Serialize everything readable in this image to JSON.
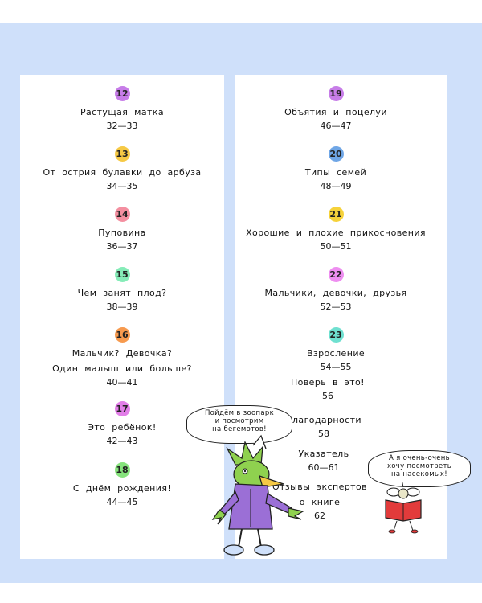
{
  "left_column": [
    {
      "number": "12",
      "color": "#c77de8",
      "title_lines": [
        "Растущая матка"
      ],
      "pages": "32—33"
    },
    {
      "number": "13",
      "color": "#f6c945",
      "title_lines": [
        "От острия булавки до арбуза"
      ],
      "pages": "34—35"
    },
    {
      "number": "14",
      "color": "#f48fa0",
      "title_lines": [
        "Пуповина"
      ],
      "pages": "36—37"
    },
    {
      "number": "15",
      "color": "#86ecb8",
      "title_lines": [
        "Чем занят плод?"
      ],
      "pages": "38—39"
    },
    {
      "number": "16",
      "color": "#f79a4e",
      "title_lines": [
        "Мальчик? Девочка?",
        "Один малыш или больше?"
      ],
      "pages": "40—41"
    },
    {
      "number": "17",
      "color": "#e27ee8",
      "title_lines": [
        "Это ребёнок!"
      ],
      "pages": "42—43"
    },
    {
      "number": "18",
      "color": "#86e37c",
      "title_lines": [
        "С днём рождения!"
      ],
      "pages": "44—45"
    }
  ],
  "right_column": [
    {
      "number": "19",
      "color": "#c77de8",
      "title_lines": [
        "Объятия и поцелуи"
      ],
      "pages": "46—47"
    },
    {
      "number": "20",
      "color": "#6fa6e6",
      "title_lines": [
        "Типы семей"
      ],
      "pages": "48—49"
    },
    {
      "number": "21",
      "color": "#f6d23a",
      "title_lines": [
        "Хорошие и плохие прикосновения"
      ],
      "pages": "50—51"
    },
    {
      "number": "22",
      "color": "#ee8ef0",
      "title_lines": [
        "Мальчики, девочки, друзья"
      ],
      "pages": "52—53"
    },
    {
      "number": "23",
      "color": "#6fe0d0",
      "title_lines": [
        "Взросление"
      ],
      "pages": "54—55"
    },
    {
      "number": "",
      "color": "",
      "title_lines": [
        "Поверь в это!"
      ],
      "pages": "56"
    },
    {
      "number": "",
      "color": "",
      "title_lines": [
        "Благодарности"
      ],
      "pages": "58"
    },
    {
      "number": "",
      "color": "",
      "title_lines": [
        "Указатель"
      ],
      "pages": "60—61"
    },
    {
      "number": "",
      "color": "",
      "title_lines": [
        "Отзывы экспертов",
        "о книге"
      ],
      "pages": "62"
    }
  ],
  "bubbles": {
    "bird": [
      "Пойдём в зоопарк",
      "и посмотрим",
      "на бегемотов!"
    ],
    "bee": [
      "А я очень-очень",
      "хочу посмотреть",
      "на насекомых!"
    ]
  },
  "colors": {
    "background": "#cfe0fa",
    "panel": "#ffffff",
    "bird_green": "#8fd14f",
    "bird_purple": "#9b6fd6",
    "book_red": "#e23b3b"
  }
}
